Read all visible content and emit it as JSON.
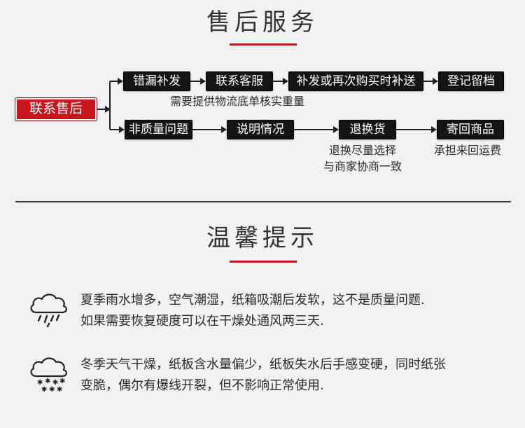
{
  "after_sales": {
    "title": "售后服务",
    "start": "联系售后",
    "row1": [
      "错漏补发",
      "联系客服",
      "补发或再次购买时补送",
      "登记留档"
    ],
    "row1_note": "需要提供物流底单核实重量",
    "row2": [
      "非质量问题",
      "说明情况",
      "退换货",
      "寄回商品"
    ],
    "row2_note_a": [
      "退换尽量选择",
      "与商家协商一致"
    ],
    "row2_note_b": "承担来回运费"
  },
  "tips": {
    "title": "温馨提示",
    "items": [
      {
        "icon": "rain-cloud-icon",
        "lines": [
          "夏季雨水增多，空气潮湿，纸箱吸潮后发软，这不是质量问题.",
          "如果需要恢复硬度可以在干燥处通风两三天."
        ]
      },
      {
        "icon": "snow-cloud-icon",
        "lines": [
          "冬季天气干燥，纸板含水量偏少，纸板失水后手感变硬，同时纸张",
          "变脆，偶尔有爆线开裂，但不影响正常使用."
        ]
      }
    ]
  }
}
